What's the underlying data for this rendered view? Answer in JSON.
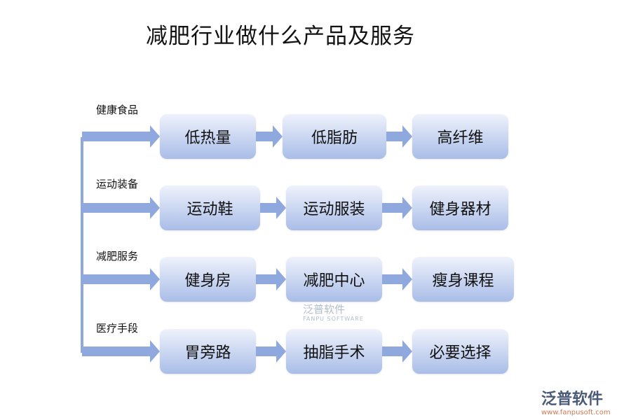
{
  "title": "减肥行业做什么产品及服务",
  "categories": [
    {
      "label": "健康食品",
      "items": [
        "低热量",
        "低脂肪",
        "高纤维"
      ]
    },
    {
      "label": "运动装备",
      "items": [
        "运动鞋",
        "运动服装",
        "健身器材"
      ]
    },
    {
      "label": "减肥服务",
      "items": [
        "健身房",
        "减肥中心",
        "瘦身课程"
      ]
    },
    {
      "label": "医疗手段",
      "items": [
        "胃旁路",
        "抽脂手术",
        "必要选择"
      ]
    }
  ],
  "watermark": {
    "name": "泛普软件",
    "sub": "FANPU SOFTWARE"
  },
  "logo": {
    "name": "泛普软件",
    "url": "www.fanpusoft.com"
  },
  "colors": {
    "arrow": "#8fa9de",
    "box_top": "#eef2fb",
    "box_bottom": "#a9bde8"
  }
}
